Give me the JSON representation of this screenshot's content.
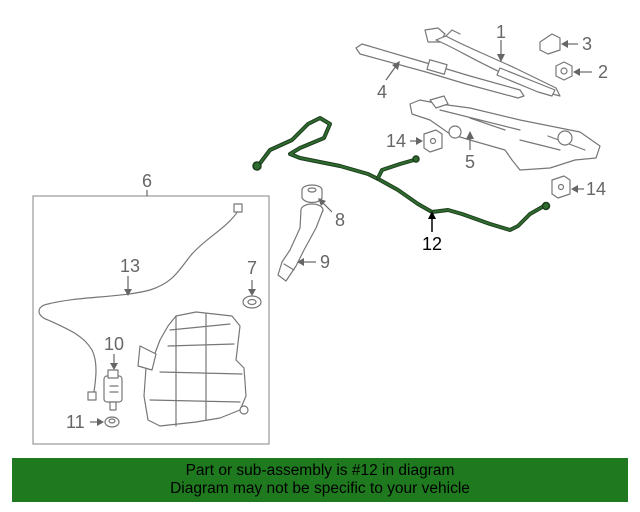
{
  "diagram": {
    "callouts": {
      "c1": "1",
      "c2": "2",
      "c3": "3",
      "c4": "4",
      "c5": "5",
      "c6": "6",
      "c7": "7",
      "c8": "8",
      "c9": "9",
      "c10": "10",
      "c11": "11",
      "c12": "12",
      "c13": "13",
      "c14a": "14",
      "c14b": "14"
    },
    "highlight_part": "12",
    "colors": {
      "highlight_hose": "#2f6b2f",
      "outline": "#777777",
      "banner": "#1f7a1f"
    }
  },
  "banner": {
    "line1": "Part or sub-assembly is #12 in diagram",
    "line2": "Diagram may not be specific to your vehicle"
  }
}
